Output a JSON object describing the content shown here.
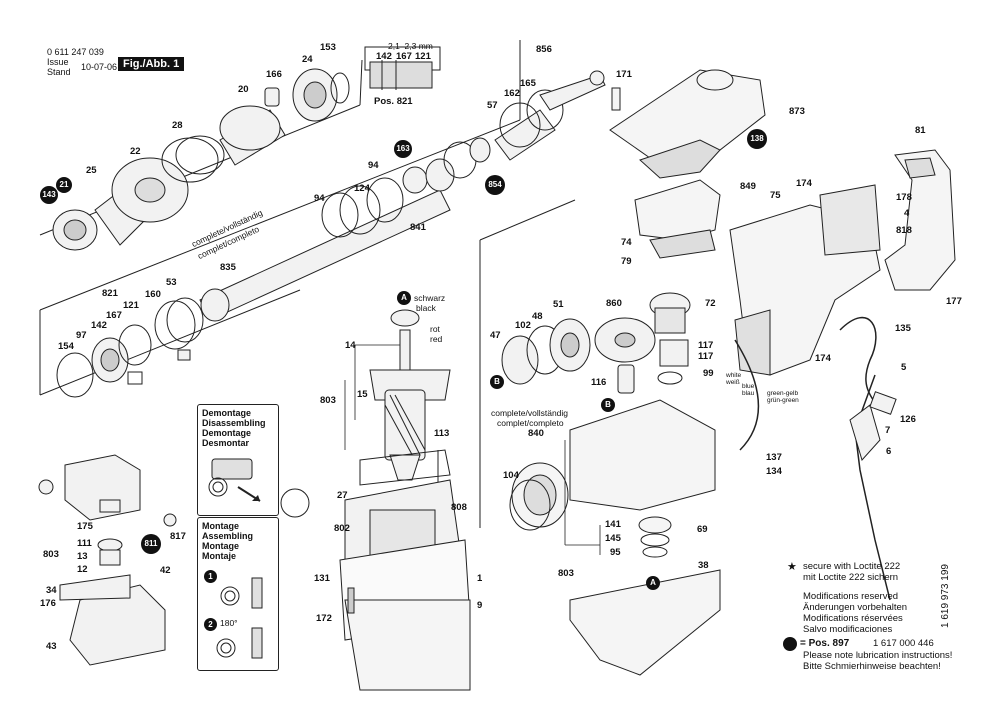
{
  "header": {
    "doc_number": "0 611 247 039",
    "issue_label": "Issue",
    "stand_label": "Stand",
    "date": "10-07-06",
    "fig_label": "Fig./Abb. 1"
  },
  "pos821": {
    "dimension": "2,1–2,3 mm",
    "parts": [
      "142",
      "167",
      "121"
    ],
    "caption": "Pos. 821"
  },
  "top_parts": [
    "153",
    "24",
    "166",
    "20",
    "28",
    "22",
    "25",
    "143",
    "21",
    "856",
    "165",
    "162",
    "57",
    "163",
    "854",
    "94",
    "124",
    "94",
    "835",
    "841",
    "171",
    "873",
    "138",
    "81",
    "849",
    "75",
    "174",
    "178",
    "4",
    "818",
    "177"
  ],
  "left_parts": [
    "821",
    "121",
    "167",
    "142",
    "97",
    "154",
    "160",
    "53"
  ],
  "middle_parts": [
    "A",
    "14",
    "803",
    "15",
    "113",
    "27",
    "802",
    "808",
    "131",
    "172",
    "1",
    "9"
  ],
  "gear_parts": [
    "51",
    "48",
    "102",
    "47",
    "B",
    "860",
    "72",
    "117",
    "117",
    "99",
    "116",
    "840",
    "104",
    "137",
    "134",
    "141",
    "145",
    "95",
    "69",
    "803",
    "38",
    "A"
  ],
  "right_parts": [
    "74",
    "79",
    "174",
    "135",
    "5",
    "7",
    "126",
    "6"
  ],
  "bottom_left_parts": [
    "175",
    "111",
    "13",
    "12",
    "811",
    "817",
    "803",
    "42",
    "34",
    "176",
    "43"
  ],
  "labels": {
    "a_schwarz": "schwarz",
    "a_black": "black",
    "rot": "rot",
    "red": "red",
    "complete_835": "complete/vollständig",
    "complet_835": "complet/completo",
    "complete_840": "complete/vollständig",
    "complet_840": "complet/completo",
    "white": "white",
    "weiß": "weiß",
    "blue": "blue",
    "blau": "blau",
    "green_gelb": "green-gelb",
    "grun_green": "grün-green"
  },
  "demontage_box": [
    "Demontage",
    "Disassembling",
    "Demontage",
    "Desmontar"
  ],
  "montage_box": [
    "Montage",
    "Assembling",
    "Montage",
    "Montaje"
  ],
  "montage_steps": [
    "1",
    "2"
  ],
  "montage_angle": "180°",
  "notes": {
    "loctite_1": "secure with Loctite 222",
    "loctite_2": "mit Loctite 222 sichern",
    "mod_1": "Modifications reserved",
    "mod_2": "Änderungen vorbehalten",
    "mod_3": "Modifications réservées",
    "mod_4": "Salvo modificaciones",
    "pos_label": "= Pos. 897",
    "pos_number": "1 617 000 446",
    "lub_1": "Please note lubrication instructions!",
    "lub_2": "Bitte Schmierhinweise beachten!",
    "vertical_code": "1 619 973 199"
  }
}
